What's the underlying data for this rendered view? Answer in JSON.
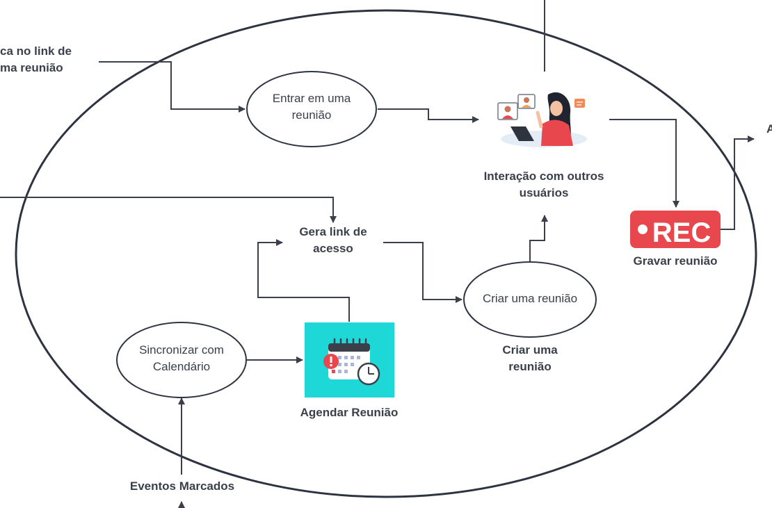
{
  "nodes": {
    "entrar": "Entrar em uma\nreunião",
    "criar": "Criar uma reunião",
    "sincronizar": "Sincronizar com\nCalendário"
  },
  "labels": {
    "clica_link": "ca no link de\nma reunião",
    "interacao": "Interação com outros\nusuários",
    "gera_link": "Gera link de\nacesso",
    "gravar": "Gravar reunião",
    "criar_caption": "Criar uma\nreunião",
    "agendar": "Agendar Reunião",
    "eventos": "Eventos Marcados",
    "right_cut": "A"
  },
  "rec_badge": "REC",
  "colors": {
    "line": "#3a3f4a",
    "rec_red": "#e8474d",
    "calendar_bg": "#1ed7d7"
  },
  "icons": [
    "video-call-illustration",
    "rec-icon",
    "calendar-clock-icon"
  ]
}
